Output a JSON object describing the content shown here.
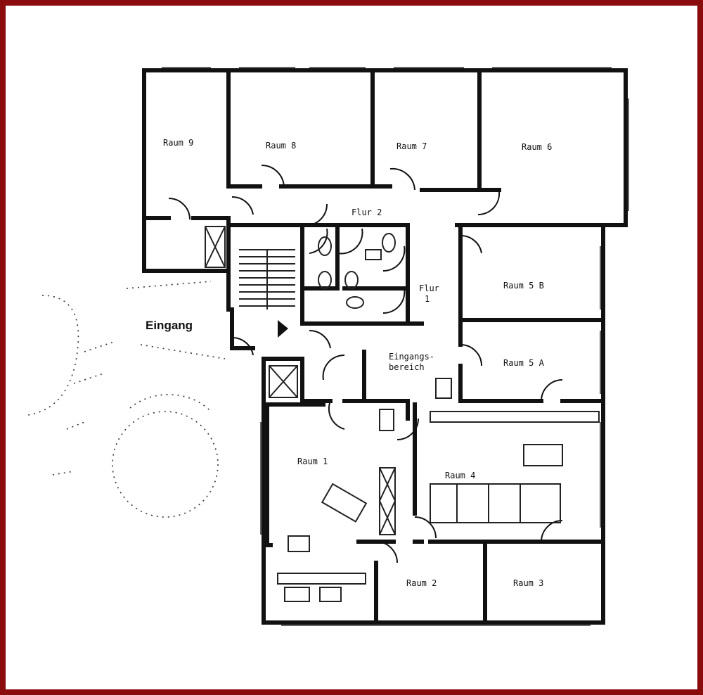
{
  "plan": {
    "entrance": "Eingang",
    "rooms": {
      "raum9": "Raum 9",
      "raum8": "Raum 8",
      "raum7": "Raum 7",
      "raum6": "Raum 6",
      "flur2": "Flur 2",
      "flur1_a": "Flur",
      "flur1_b": "1",
      "raum5b": "Raum 5 B",
      "raum5a": "Raum 5 A",
      "eingang_a": "Eingangs-",
      "eingang_b": "bereich",
      "raum1": "Raum 1",
      "raum4": "Raum 4",
      "raum2": "Raum 2",
      "raum3": "Raum 3"
    },
    "frame_color": "#8a0c0c"
  }
}
